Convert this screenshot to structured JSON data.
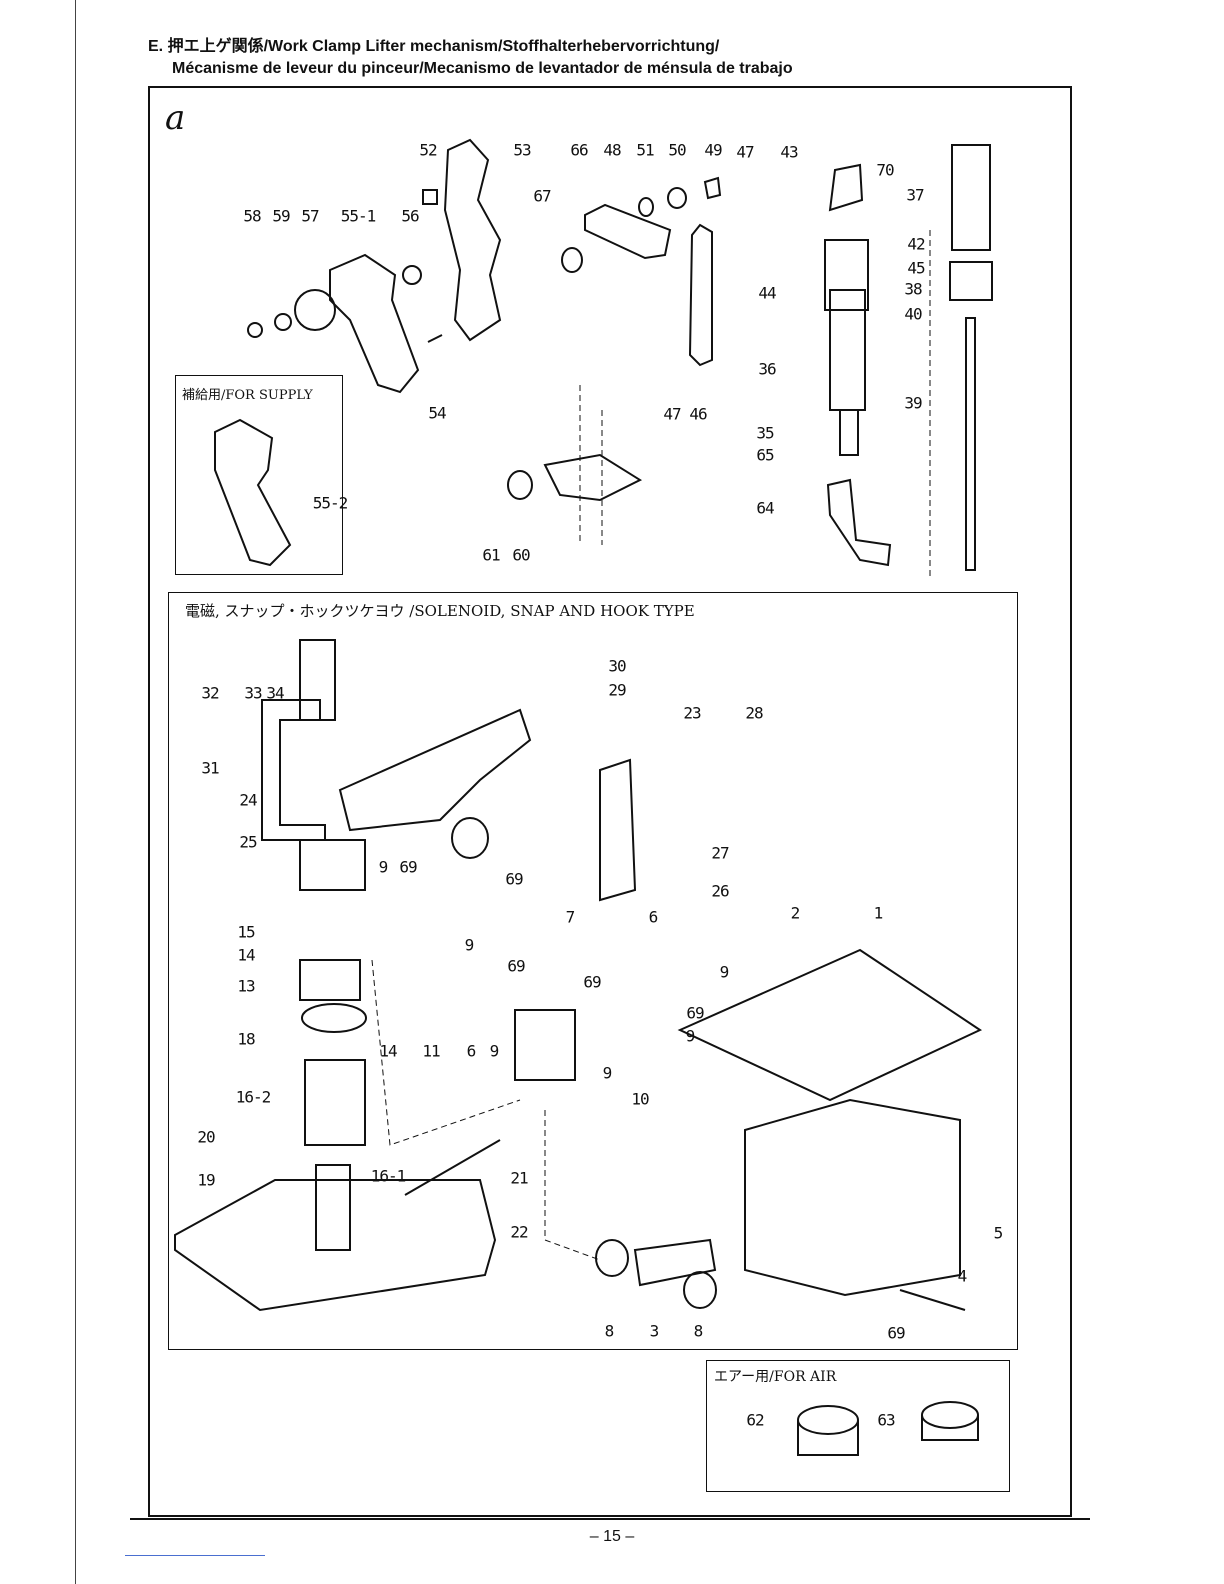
{
  "header": {
    "line1": "E. 押エ上ゲ関係/Work Clamp Lifter mechanism/Stoffhalterhebervorrichtung/",
    "line2": "Mécanisme de leveur du pinceur/Mecanismo de levantador de ménsula de trabajo"
  },
  "corner_mark": "a",
  "boxes": {
    "supply": "補給用/FOR SUPPLY",
    "solenoid": "電磁, スナップ・ホックツケヨウ /SOLENOID, SNAP AND HOOK TYPE",
    "air": "エアー用/FOR AIR"
  },
  "page_number": "– 15 –",
  "labels": [
    "52",
    "53",
    "66",
    "48",
    "51",
    "50",
    "49",
    "47",
    "43",
    "70",
    "37",
    "67",
    "58",
    "59",
    "57",
    "55-1",
    "56",
    "42",
    "45",
    "44",
    "38",
    "40",
    "36",
    "54",
    "47",
    "46",
    "39",
    "35",
    "65",
    "55-2",
    "64",
    "61",
    "60",
    "30",
    "29",
    "32",
    "33",
    "34",
    "23",
    "28",
    "31",
    "24",
    "25",
    "27",
    "26",
    "9",
    "69",
    "69",
    "15",
    "9",
    "7",
    "6",
    "2",
    "1",
    "14",
    "13",
    "11",
    "69",
    "69",
    "9",
    "69",
    "18",
    "14",
    "6",
    "9",
    "9",
    "9",
    "16-2",
    "10",
    "20",
    "19",
    "16-1",
    "21",
    "22",
    "5",
    "4",
    "8",
    "3",
    "8",
    "69",
    "62",
    "63"
  ]
}
